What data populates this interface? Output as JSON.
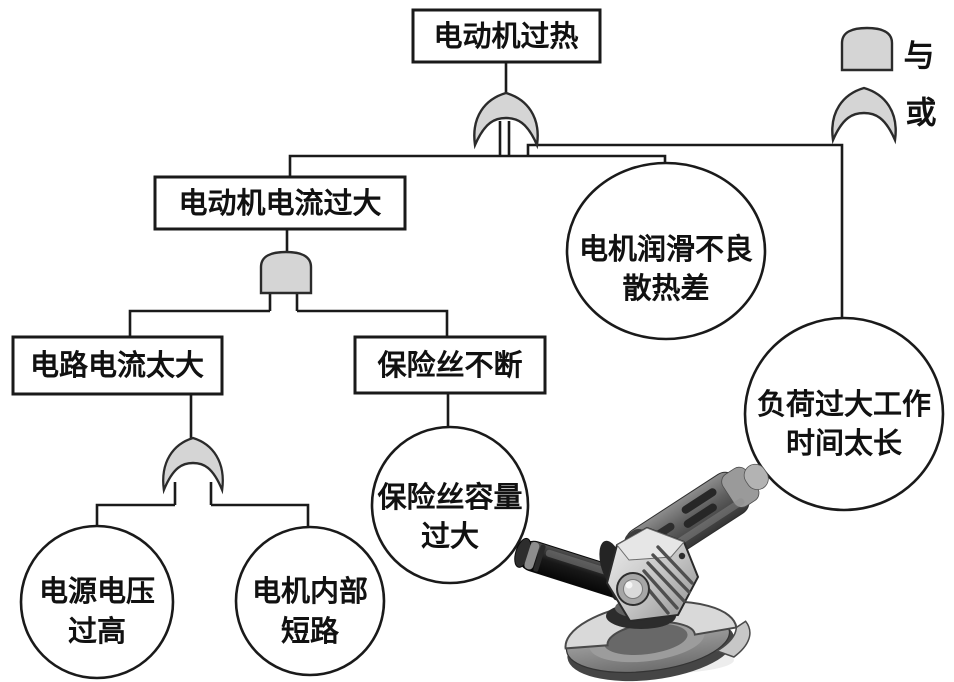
{
  "diagram_type": "fault-tree",
  "colors": {
    "gate_fill": "#d5d5d5",
    "line": "#1a1a1a",
    "node_fill": "#ffffff",
    "text": "#111111"
  },
  "legend": {
    "and_label": "与",
    "or_label": "或"
  },
  "nodes": {
    "top_event": {
      "label": "电动机过热",
      "shape": "rect"
    },
    "motor_current_high": {
      "label": "电动机电流过大",
      "shape": "rect"
    },
    "circuit_current_high": {
      "label": "电路电流太大",
      "shape": "rect"
    },
    "fuse_not_breaking": {
      "label": "保险丝不断",
      "shape": "rect"
    },
    "supply_voltage_high": {
      "line1": "电源电压",
      "line2": "过高",
      "shape": "circle"
    },
    "motor_internal_short": {
      "line1": "电机内部",
      "line2": "短路",
      "shape": "circle"
    },
    "fuse_capacity_large": {
      "line1": "保险丝容量",
      "line2": "过大",
      "shape": "circle"
    },
    "poor_lubrication": {
      "line1": "电机润滑不良",
      "line2": "散热差",
      "shape": "circle"
    },
    "overload_long_runtime": {
      "line1": "负荷过大工作",
      "line2": "时间太长",
      "shape": "circle"
    }
  },
  "gates": {
    "top": "OR",
    "middle": "AND",
    "bottom": "OR"
  },
  "illustration": "angle-grinder"
}
